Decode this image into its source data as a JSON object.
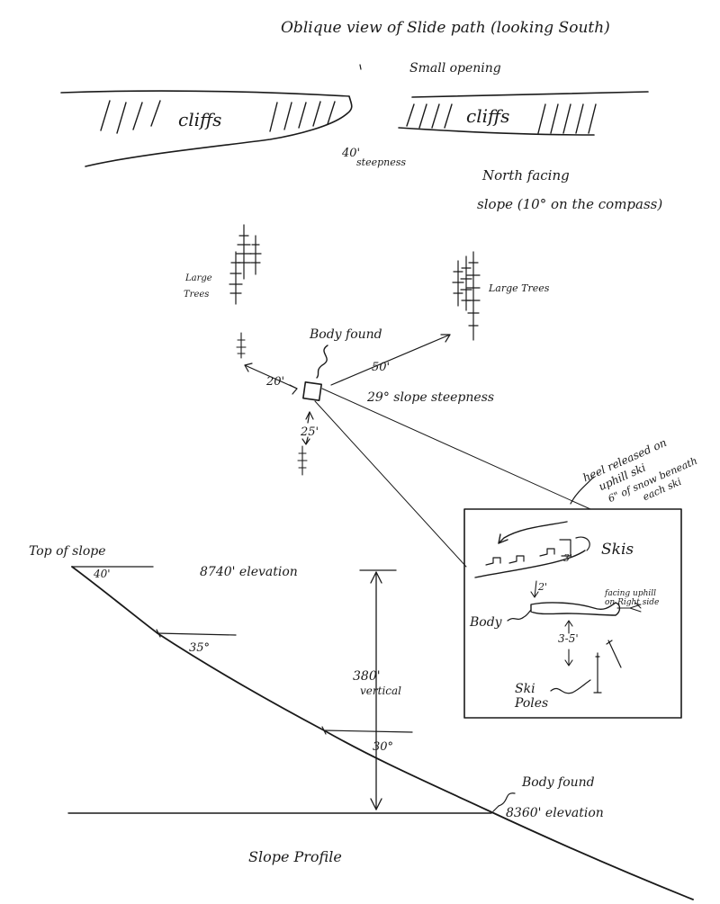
{
  "title": "Oblique view of Slide path (looking South)",
  "labels": {
    "small_opening": "Small opening",
    "cliffs_left": "cliffs",
    "cliffs_right": "cliffs",
    "cliff_steepness": "40'",
    "cliff_steepness_word": "steepness",
    "north_facing": "North facing",
    "slope_compass": "slope (10° on the compass)",
    "large_trees_left_1": "Large",
    "large_trees_left_2": "Trees",
    "large_trees_right": "Large Trees",
    "body_found_top": "Body found",
    "dist_20": "20'",
    "dist_50": "50'",
    "dist_25": "25'",
    "slope_steepness_29": "29° slope steepness"
  },
  "inset": {
    "heel_note_1": "heel released on",
    "heel_note_2": "uphill ski",
    "heel_note_3": "6\" of snow beneath",
    "heel_note_4": "each ski",
    "skis": "Skis",
    "dist_3": "3'",
    "dist_2": "2'",
    "facing_1": "facing uphill",
    "facing_2": "on Right side",
    "body": "Body",
    "dist_3_5": "3-5'",
    "ski_1": "Ski",
    "ski_2": "Poles"
  },
  "profile": {
    "top_of_slope": "Top of slope",
    "angle_40": "40'",
    "elevation_top": "8740' elevation",
    "angle_35": "35°",
    "vertical_1": "380'",
    "vertical_2": "vertical",
    "angle_30": "30°",
    "body_found": "Body found",
    "elevation_bottom": "8360' elevation",
    "caption": "Slope Profile"
  }
}
